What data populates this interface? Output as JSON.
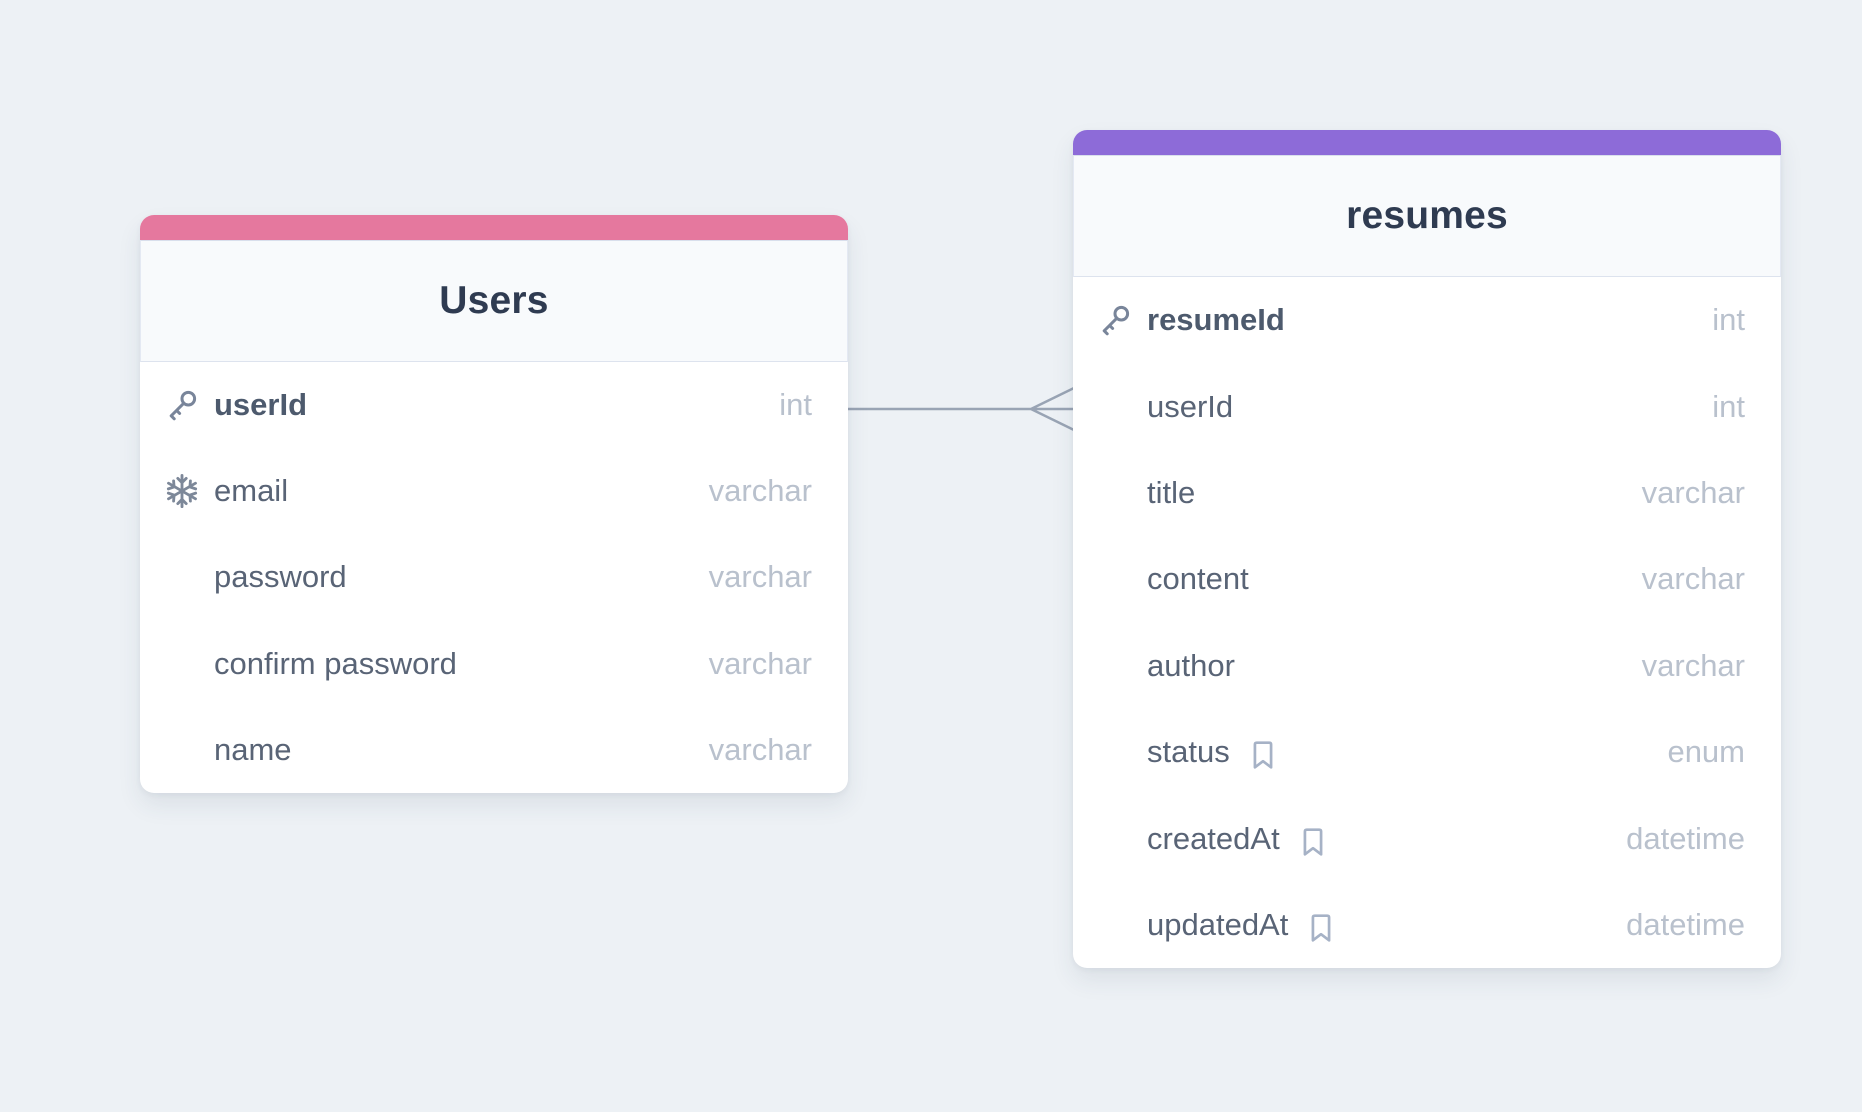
{
  "canvas": {
    "background_color": "#edf1f5"
  },
  "tables": [
    {
      "title": "Users",
      "accent_color": "#e5789e",
      "columns": [
        {
          "name": "userId",
          "type": "int",
          "icon": "key-icon",
          "primary_key": true
        },
        {
          "name": "email",
          "type": "varchar",
          "icon": "snowflake-icon"
        },
        {
          "name": "password",
          "type": "varchar"
        },
        {
          "name": "confirm password",
          "type": "varchar"
        },
        {
          "name": "name",
          "type": "varchar"
        }
      ]
    },
    {
      "title": "resumes",
      "accent_color": "#8d6bd8",
      "columns": [
        {
          "name": "resumeId",
          "type": "int",
          "icon": "key-icon",
          "primary_key": true
        },
        {
          "name": "userId",
          "type": "int"
        },
        {
          "name": "title",
          "type": "varchar"
        },
        {
          "name": "content",
          "type": "varchar"
        },
        {
          "name": "author",
          "type": "varchar"
        },
        {
          "name": "status",
          "type": "enum",
          "badge": "bookmark-icon"
        },
        {
          "name": "createdAt",
          "type": "datetime",
          "badge": "bookmark-icon"
        },
        {
          "name": "updatedAt",
          "type": "datetime",
          "badge": "bookmark-icon"
        }
      ]
    }
  ],
  "relationship": {
    "from": "Users.userId",
    "to": "resumes.userId",
    "cardinality": "one-to-many",
    "line_color": "#99a4b4"
  }
}
